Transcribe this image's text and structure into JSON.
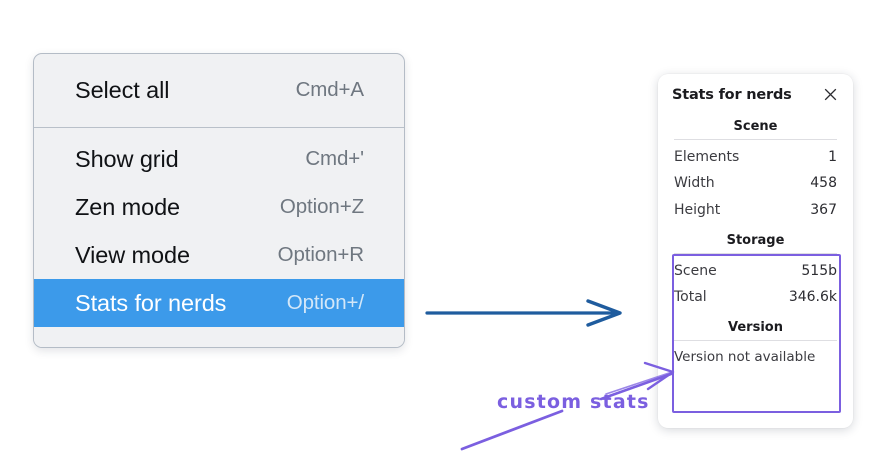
{
  "context_menu": {
    "name": "canvas-context-menu",
    "sections": [
      {
        "id": "section-selection",
        "items": [
          {
            "label": "Select all",
            "shortcut": "Cmd+A",
            "selected": false
          }
        ]
      },
      {
        "id": "section-view",
        "items": [
          {
            "label": "Show grid",
            "shortcut": "Cmd+'",
            "selected": false
          },
          {
            "label": "Zen mode",
            "shortcut": "Option+Z",
            "selected": false
          },
          {
            "label": "View mode",
            "shortcut": "Option+R",
            "selected": false
          },
          {
            "label": "Stats for nerds",
            "shortcut": "Option+/",
            "selected": true
          }
        ]
      }
    ],
    "highlight_color": "#3c9aea",
    "background_color": "#f0f1f3"
  },
  "stats_panel": {
    "title": "Stats for nerds",
    "close_icon": "close-icon",
    "groups": [
      {
        "id": "scene",
        "title": "Scene",
        "rows": [
          {
            "label": "Elements",
            "value": "1"
          },
          {
            "label": "Width",
            "value": "458"
          },
          {
            "label": "Height",
            "value": "367"
          }
        ]
      },
      {
        "id": "storage",
        "title": "Storage",
        "rows": [
          {
            "label": "Scene",
            "value": "515b"
          },
          {
            "label": "Total",
            "value": "346.6k"
          }
        ]
      },
      {
        "id": "version",
        "title": "Version",
        "single_line": "Version not available"
      }
    ]
  },
  "annotations": {
    "blue_arrow": {
      "name": "menu-to-panel-arrow",
      "color": "#1f5c9e"
    },
    "purple_callout": {
      "text": "custom stats",
      "color": "#7b5fe0",
      "highlight_label": "custom-stats-region"
    }
  }
}
